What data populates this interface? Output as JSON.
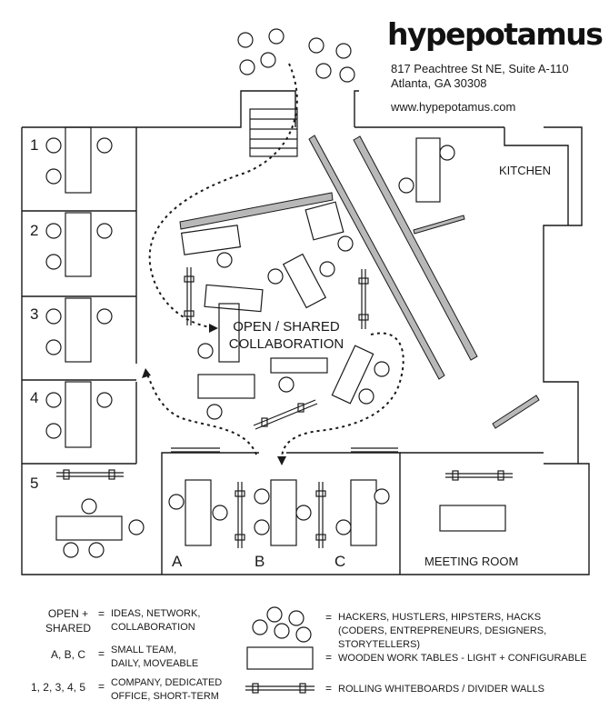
{
  "brand": {
    "name": "hypepotamus",
    "address_line1": "817 Peachtree St NE, Suite A-110",
    "address_line2": "Atlanta, GA 30308",
    "website": "www.hypepotamus.com"
  },
  "rooms": {
    "office_numbers": [
      "1",
      "2",
      "3",
      "4",
      "5"
    ],
    "kitchen": "KITCHEN",
    "center": "OPEN / SHARED\nCOLLABORATION",
    "team_letters": [
      "A",
      "B",
      "C"
    ],
    "meeting_room": "MEETING ROOM"
  },
  "legend": {
    "equals": "=",
    "left": [
      {
        "key": "OPEN +\nSHARED",
        "value": "IDEAS, NETWORK,\nCOLLABORATION"
      },
      {
        "key": "A, B, C",
        "value": "SMALL TEAM,\nDAILY, MOVEABLE"
      },
      {
        "key": "1, 2, 3, 4, 5",
        "value": "COMPANY, DEDICATED\nOFFICE, SHORT-TERM"
      }
    ],
    "right": [
      {
        "symbol": "people-circles",
        "value": "HACKERS, HUSTLERS, HIPSTERS, HACKS\n(CODERS, ENTREPRENEURS, DESIGNERS, STORYTELLERS)"
      },
      {
        "symbol": "work-table",
        "value": "WOODEN WORK TABLES - LIGHT + CONFIGURABLE"
      },
      {
        "symbol": "whiteboard",
        "value": "ROLLING WHITEBOARDS / DIVIDER WALLS"
      }
    ]
  },
  "colors": {
    "line": "#1a1a1a",
    "wall_fill": "#b8b8b8"
  }
}
